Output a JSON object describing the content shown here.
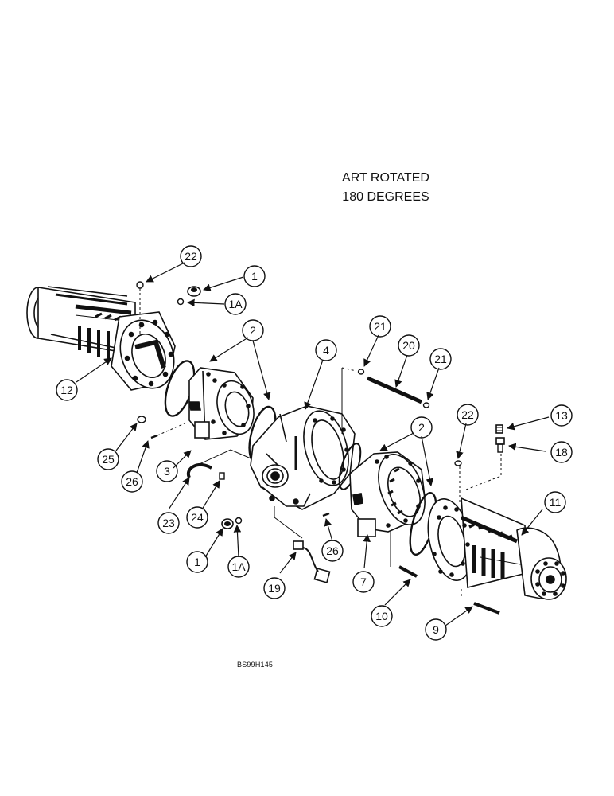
{
  "note": {
    "line1": "ART ROTATED",
    "line2": "180 DEGREES"
  },
  "drawing_code": "BS99H145",
  "callouts": [
    {
      "id": "c-22-top",
      "label": "22"
    },
    {
      "id": "c-1-top",
      "label": "1"
    },
    {
      "id": "c-1a-top",
      "label": "1A"
    },
    {
      "id": "c-2-left",
      "label": "2"
    },
    {
      "id": "c-4",
      "label": "4"
    },
    {
      "id": "c-21-left",
      "label": "21"
    },
    {
      "id": "c-20",
      "label": "20"
    },
    {
      "id": "c-21-right",
      "label": "21"
    },
    {
      "id": "c-12",
      "label": "12"
    },
    {
      "id": "c-2-right",
      "label": "2"
    },
    {
      "id": "c-22-right",
      "label": "22"
    },
    {
      "id": "c-13",
      "label": "13"
    },
    {
      "id": "c-18",
      "label": "18"
    },
    {
      "id": "c-25",
      "label": "25"
    },
    {
      "id": "c-26-left",
      "label": "26"
    },
    {
      "id": "c-3",
      "label": "3"
    },
    {
      "id": "c-11",
      "label": "11"
    },
    {
      "id": "c-23",
      "label": "23"
    },
    {
      "id": "c-24",
      "label": "24"
    },
    {
      "id": "c-1-bottom",
      "label": "1"
    },
    {
      "id": "c-1a-bottom",
      "label": "1A"
    },
    {
      "id": "c-26-right",
      "label": "26"
    },
    {
      "id": "c-7",
      "label": "7"
    },
    {
      "id": "c-19",
      "label": "19"
    },
    {
      "id": "c-10",
      "label": "10"
    },
    {
      "id": "c-9",
      "label": "9"
    }
  ]
}
